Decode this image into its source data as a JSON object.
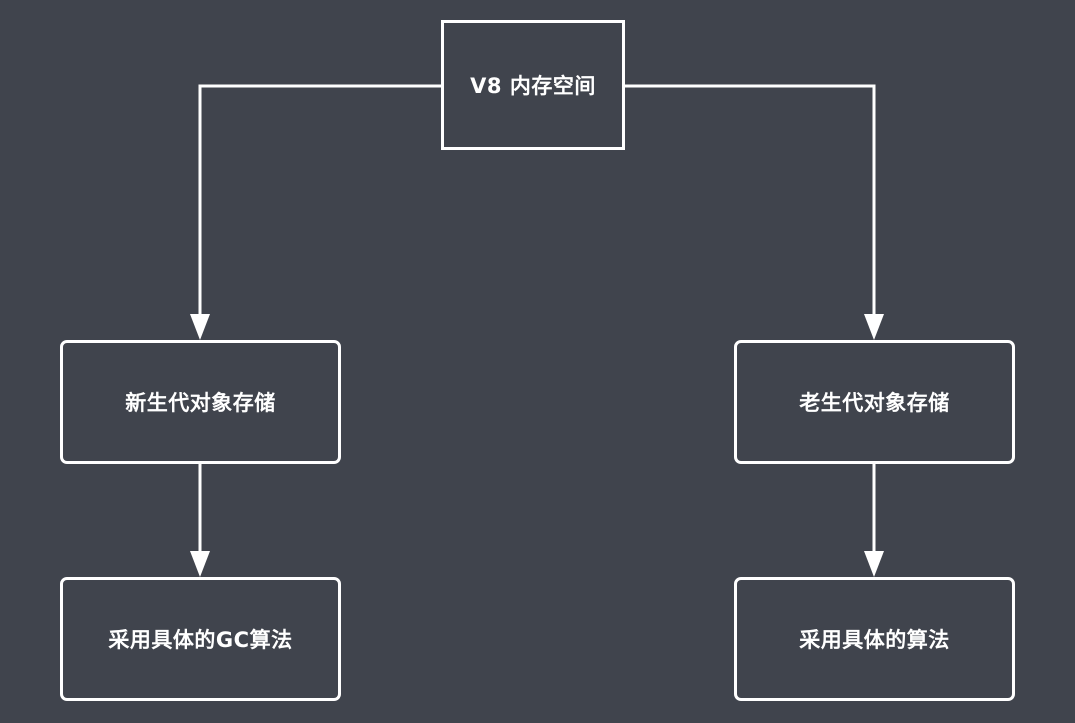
{
  "colors": {
    "background": "#40444d",
    "stroke": "#ffffff",
    "text": "#ffffff"
  },
  "nodes": {
    "root": "V8 内存空间",
    "young": "新生代对象存储",
    "old": "老生代对象存储",
    "young_algo": "采用具体的GC算法",
    "old_algo": "采用具体的算法"
  },
  "edges": [
    {
      "from": "root",
      "to": "young"
    },
    {
      "from": "root",
      "to": "old"
    },
    {
      "from": "young",
      "to": "young_algo"
    },
    {
      "from": "old",
      "to": "old_algo"
    }
  ]
}
